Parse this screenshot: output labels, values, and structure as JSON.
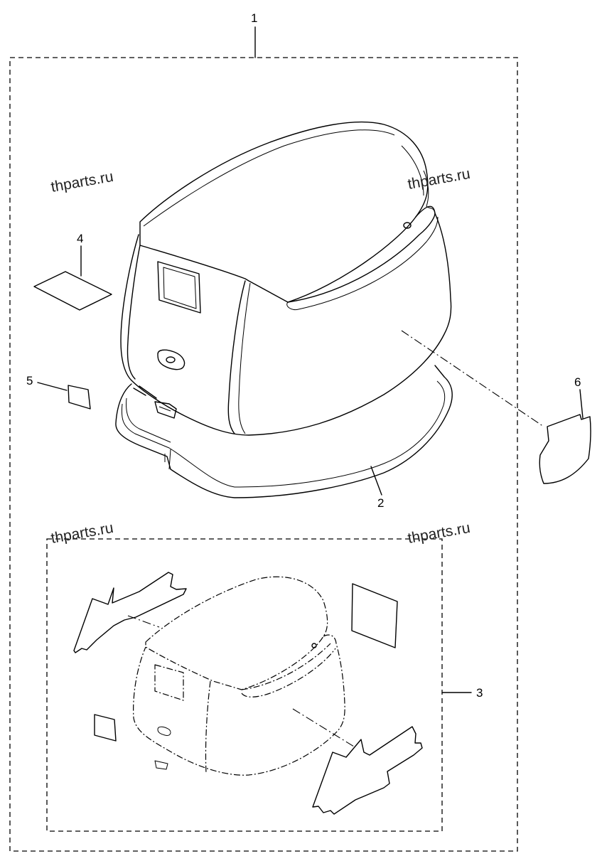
{
  "callouts": {
    "c1": "1",
    "c2": "2",
    "c3": "3",
    "c4": "4",
    "c5": "5",
    "c6": "6"
  },
  "watermarks": {
    "w1": "thparts.ru",
    "w2": "thparts.ru",
    "w3": "thparts.ru",
    "w4": "thparts.ru"
  }
}
